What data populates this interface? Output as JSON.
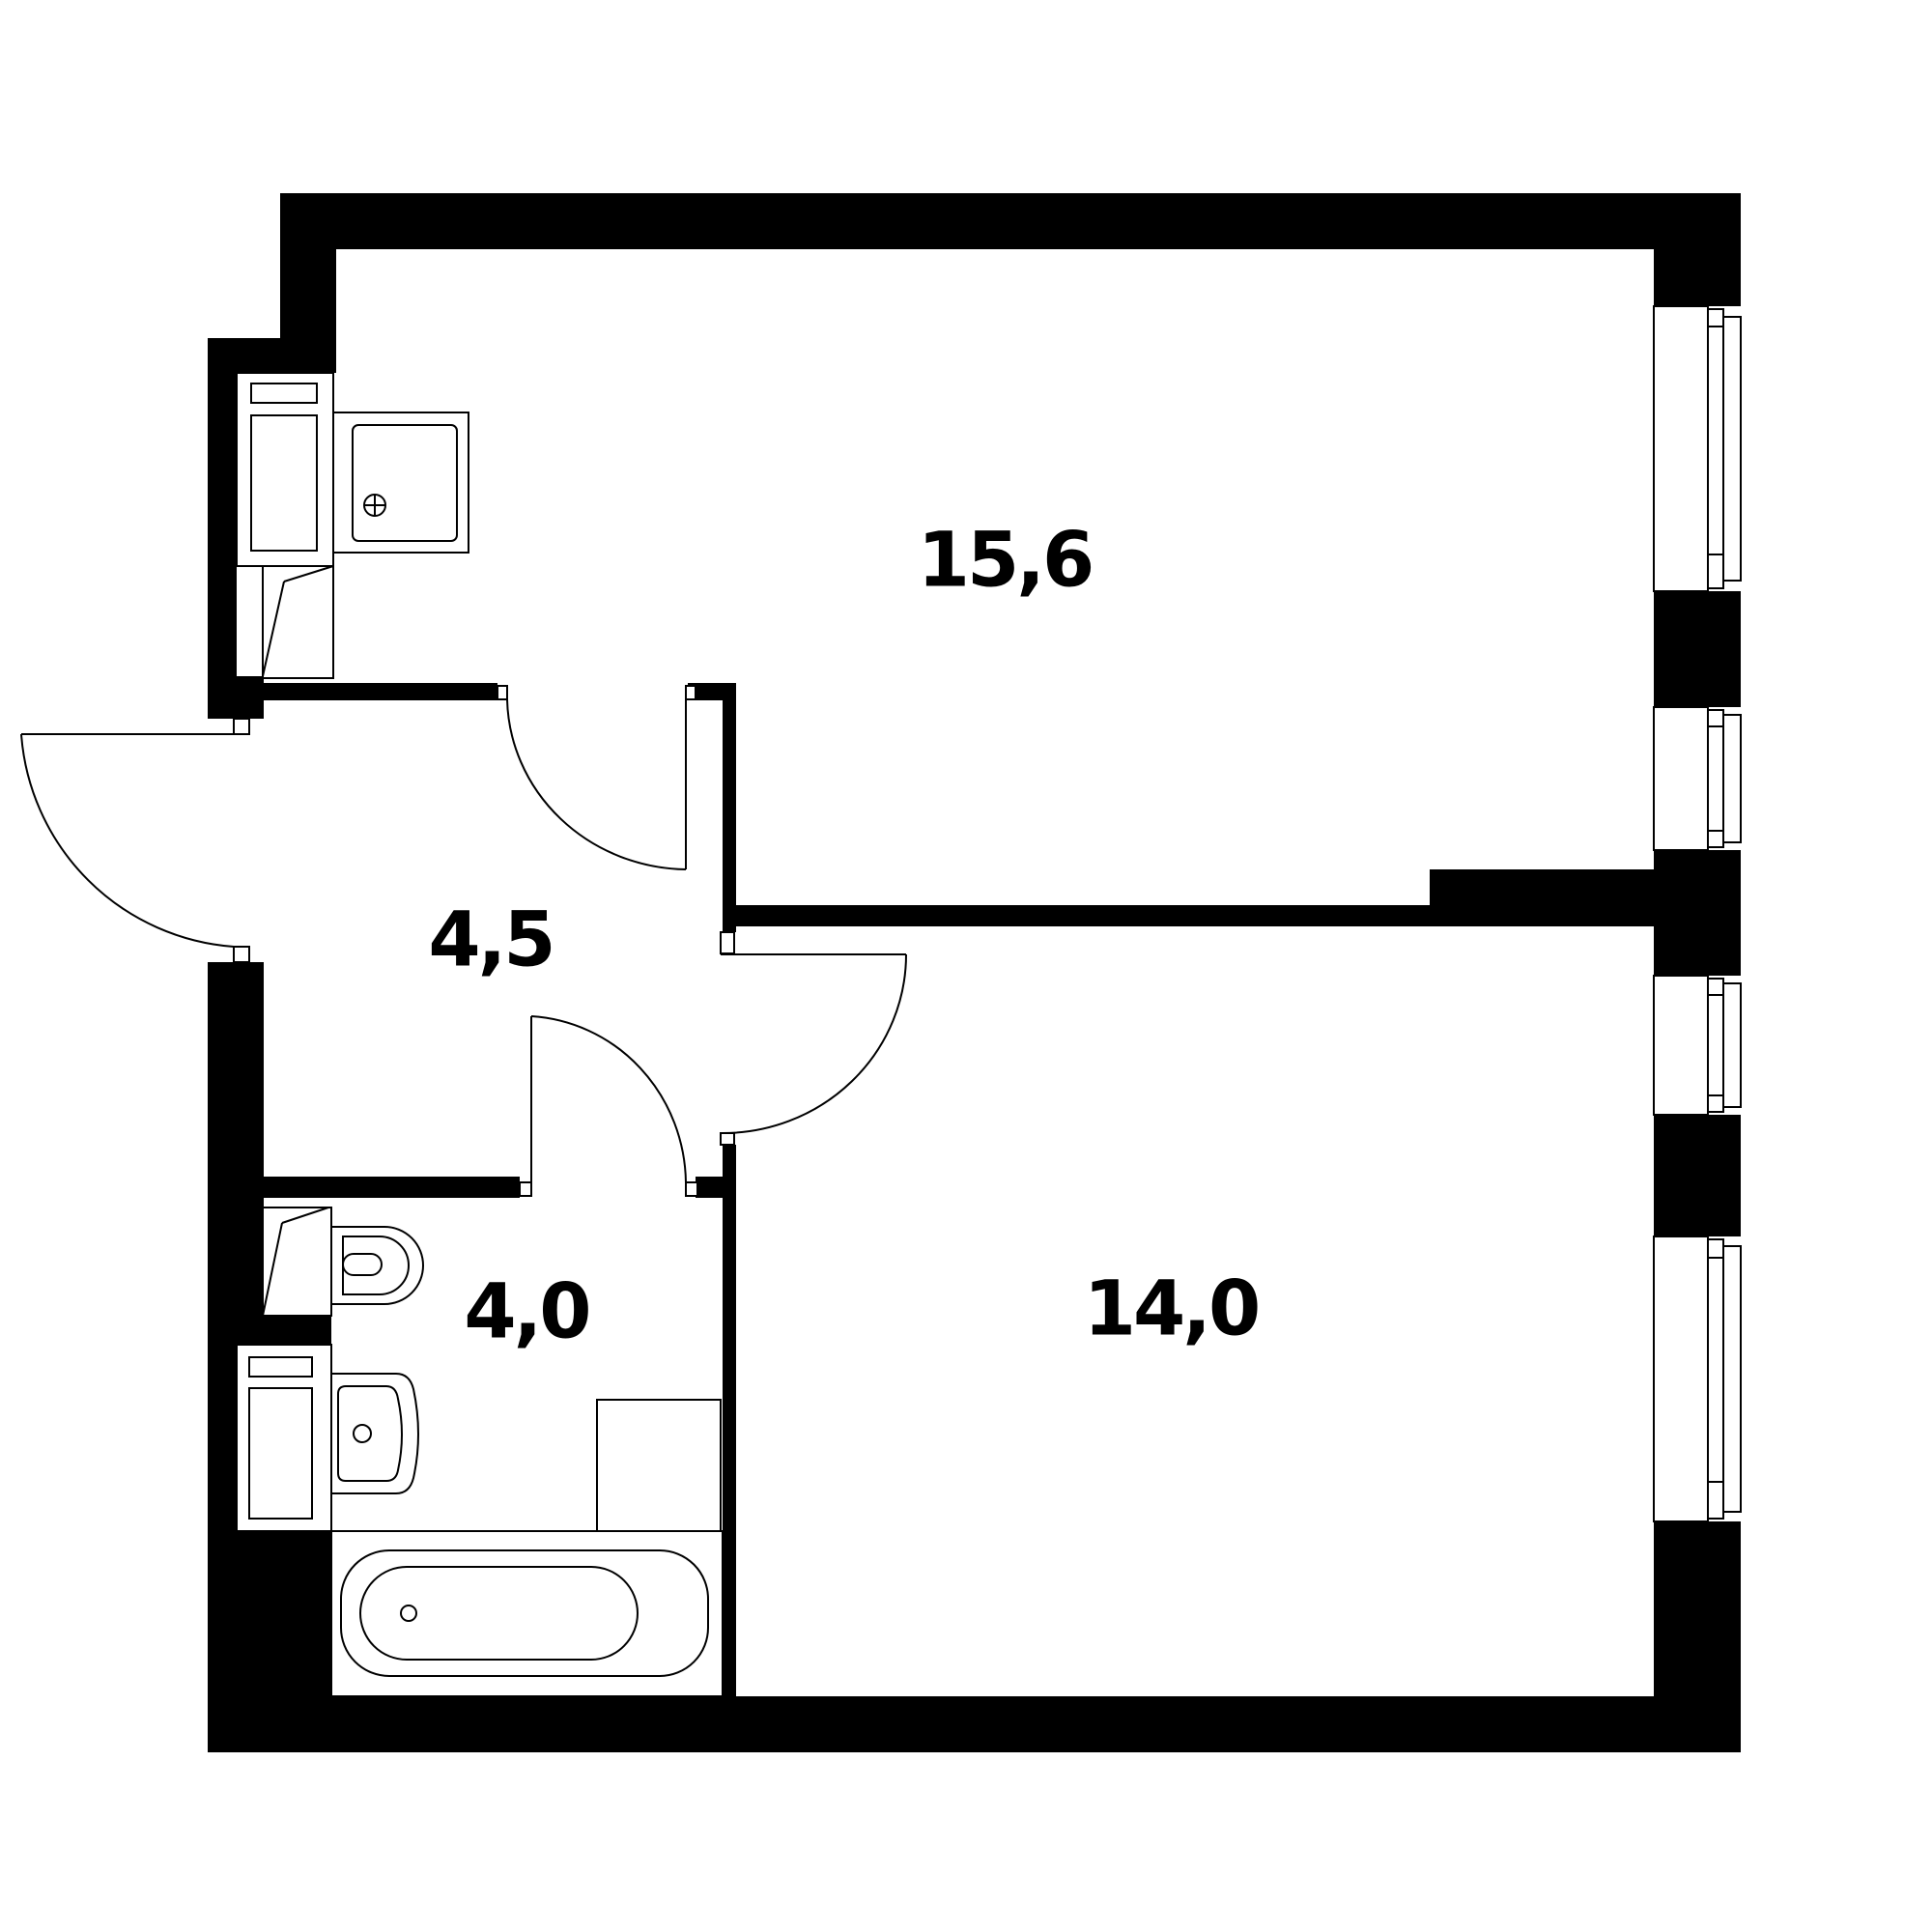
{
  "floor_plan": {
    "rooms": [
      {
        "id": "living-room",
        "area": "15,6"
      },
      {
        "id": "hallway",
        "area": "4,5"
      },
      {
        "id": "bathroom",
        "area": "4,0"
      },
      {
        "id": "bedroom",
        "area": "14,0"
      }
    ],
    "colors": {
      "wall": "#000000",
      "background": "#ffffff",
      "fixture_line": "#000000"
    }
  }
}
